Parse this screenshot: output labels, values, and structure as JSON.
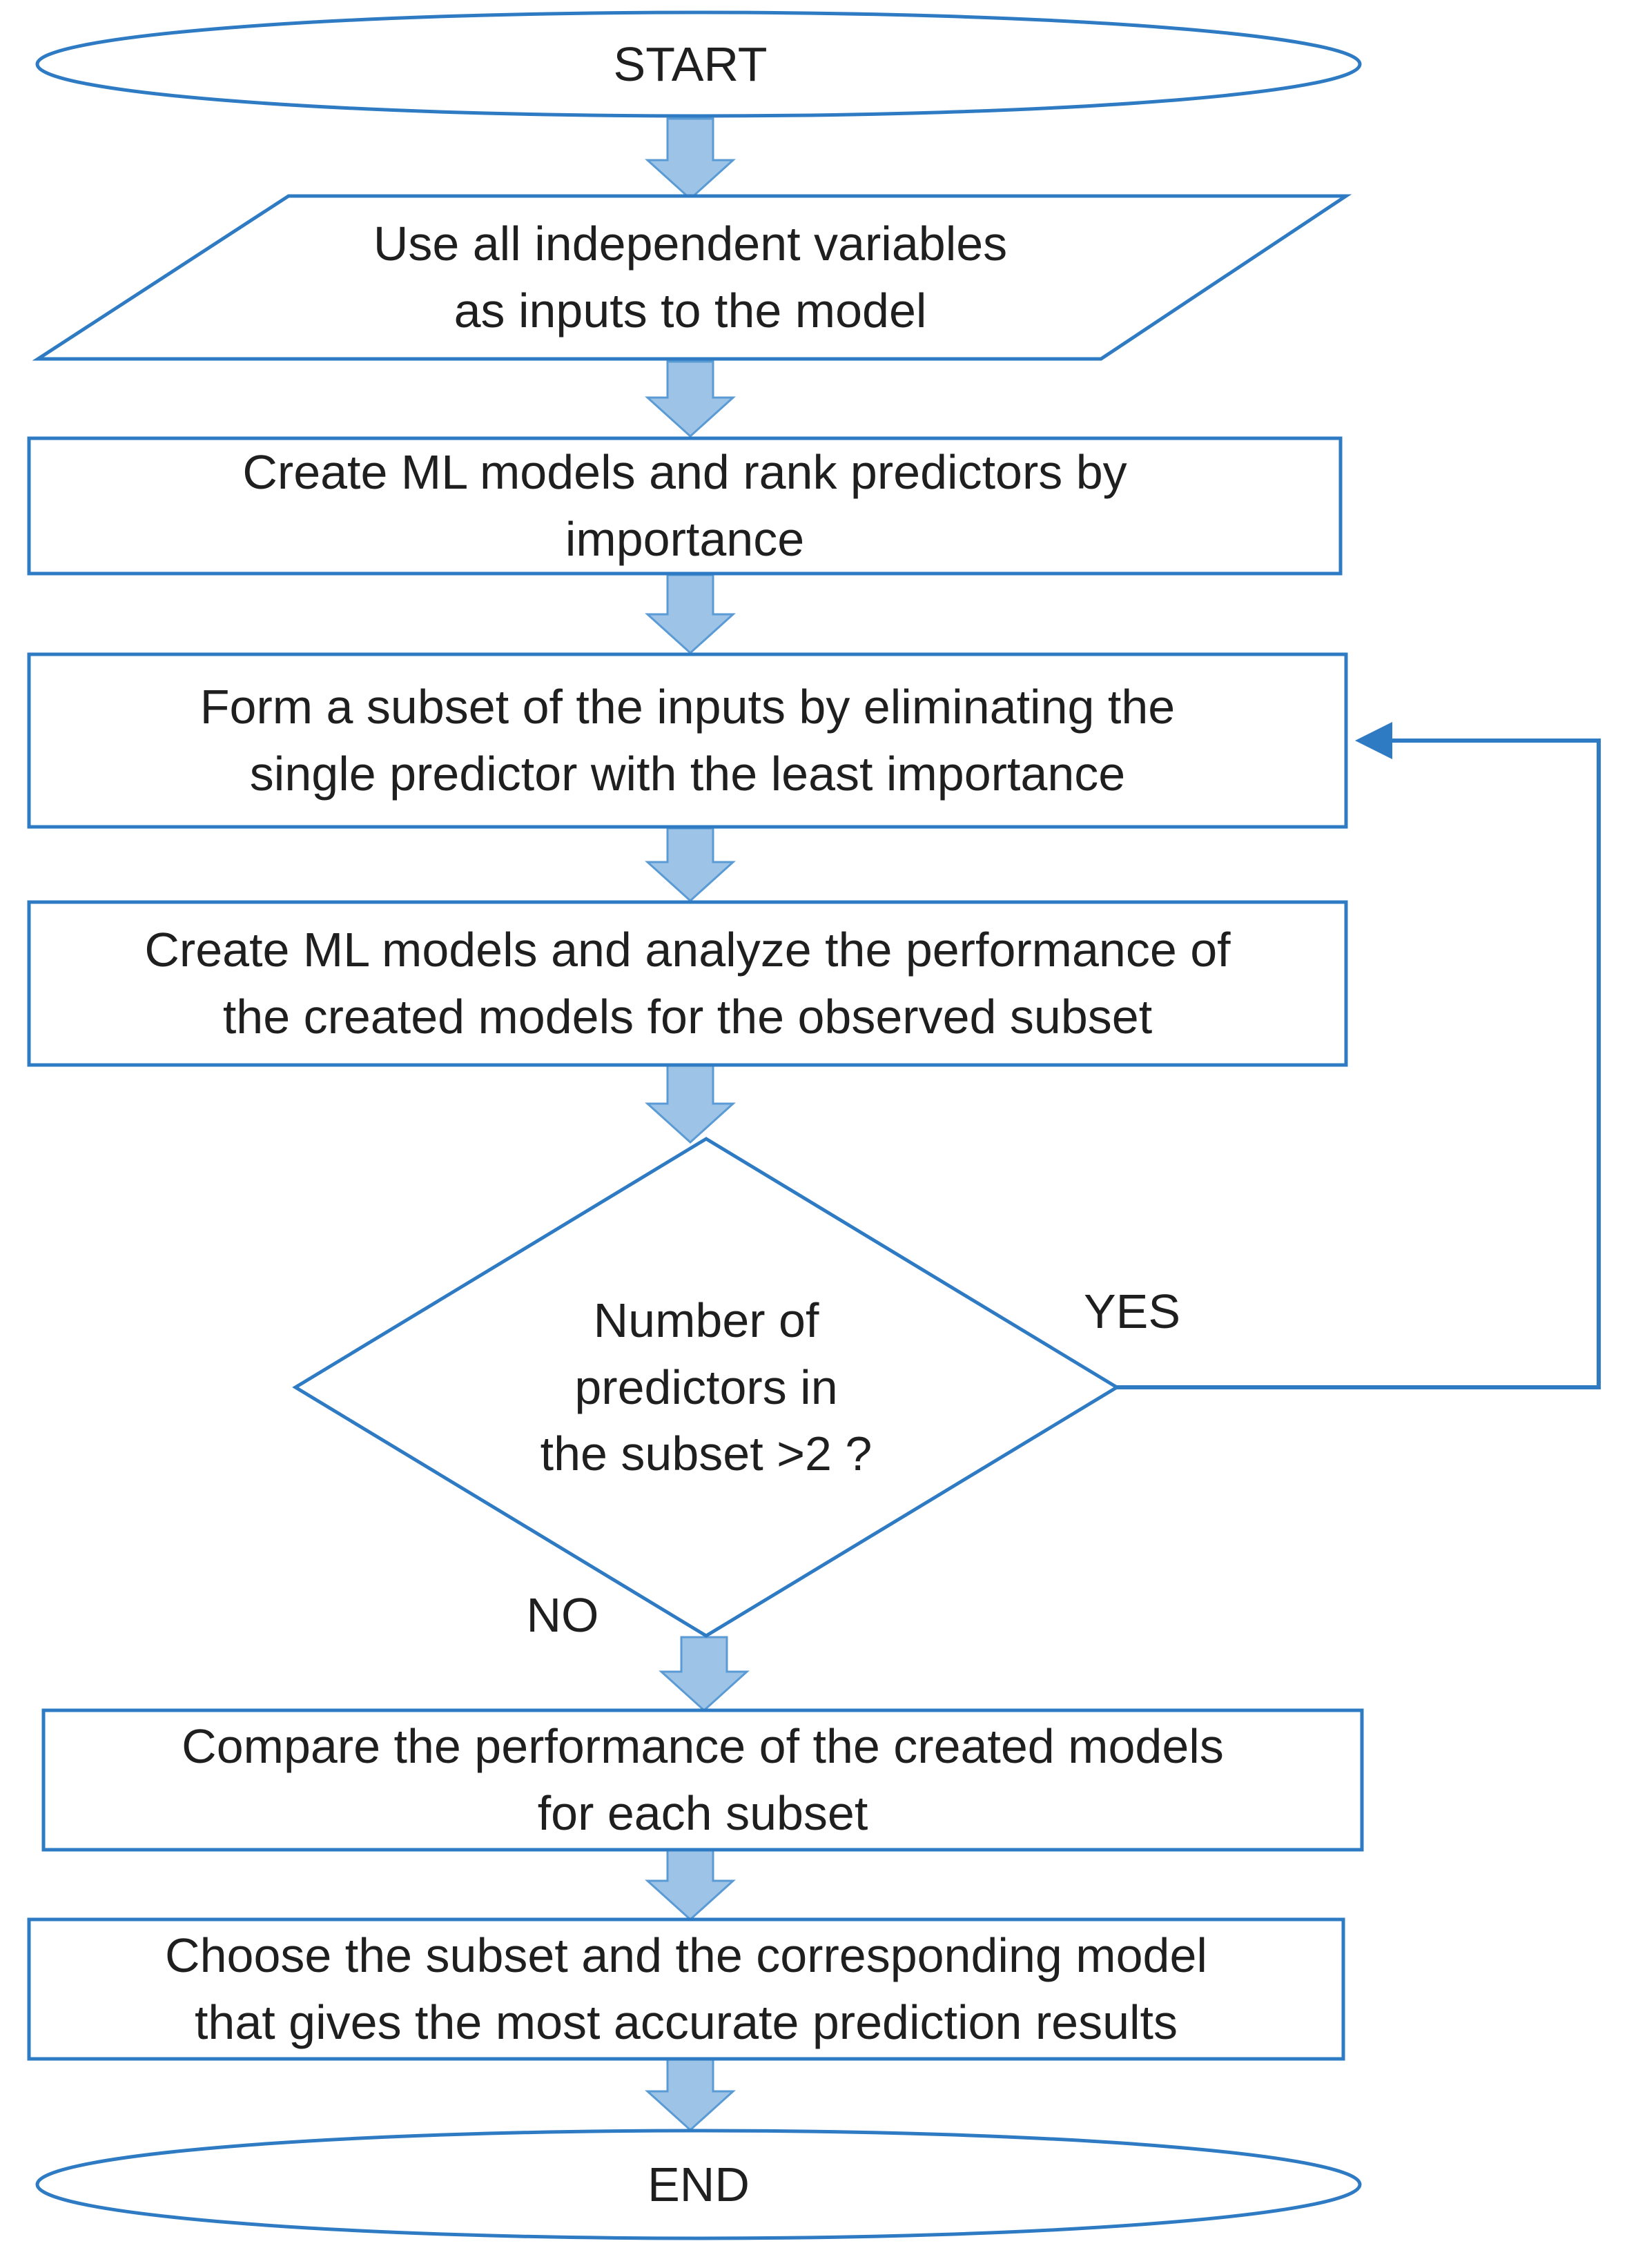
{
  "flowchart": {
    "nodes": {
      "start": {
        "type": "terminator",
        "label": "START"
      },
      "inputs": {
        "type": "input-output",
        "label": "Use all independent variables\nas inputs to the model"
      },
      "create_rank": {
        "type": "process",
        "label": "Create ML models and rank predictors by\nimportance"
      },
      "form_subset": {
        "type": "process",
        "label": "Form a subset of the inputs by eliminating the\nsingle predictor with the least importance"
      },
      "analyze": {
        "type": "process",
        "label": "Create ML models and analyze the performance of\nthe created models for the observed subset"
      },
      "decision": {
        "type": "decision",
        "label": "Number of\npredictors in\nthe subset >2 ?"
      },
      "compare": {
        "type": "process",
        "label": "Compare the performance of the created models\nfor each subset"
      },
      "choose": {
        "type": "process",
        "label": "Choose the subset and the corresponding model\nthat gives the most accurate prediction results"
      },
      "end": {
        "type": "terminator",
        "label": "END"
      }
    },
    "branch_labels": {
      "yes": "YES",
      "no": "NO"
    },
    "colors": {
      "shape_border": "#2E7BC4",
      "arrow_fill": "#9DC3E6",
      "arrow_border": "#5B9BD5",
      "text": "#1F1F1F",
      "background": "#FFFFFF"
    }
  }
}
